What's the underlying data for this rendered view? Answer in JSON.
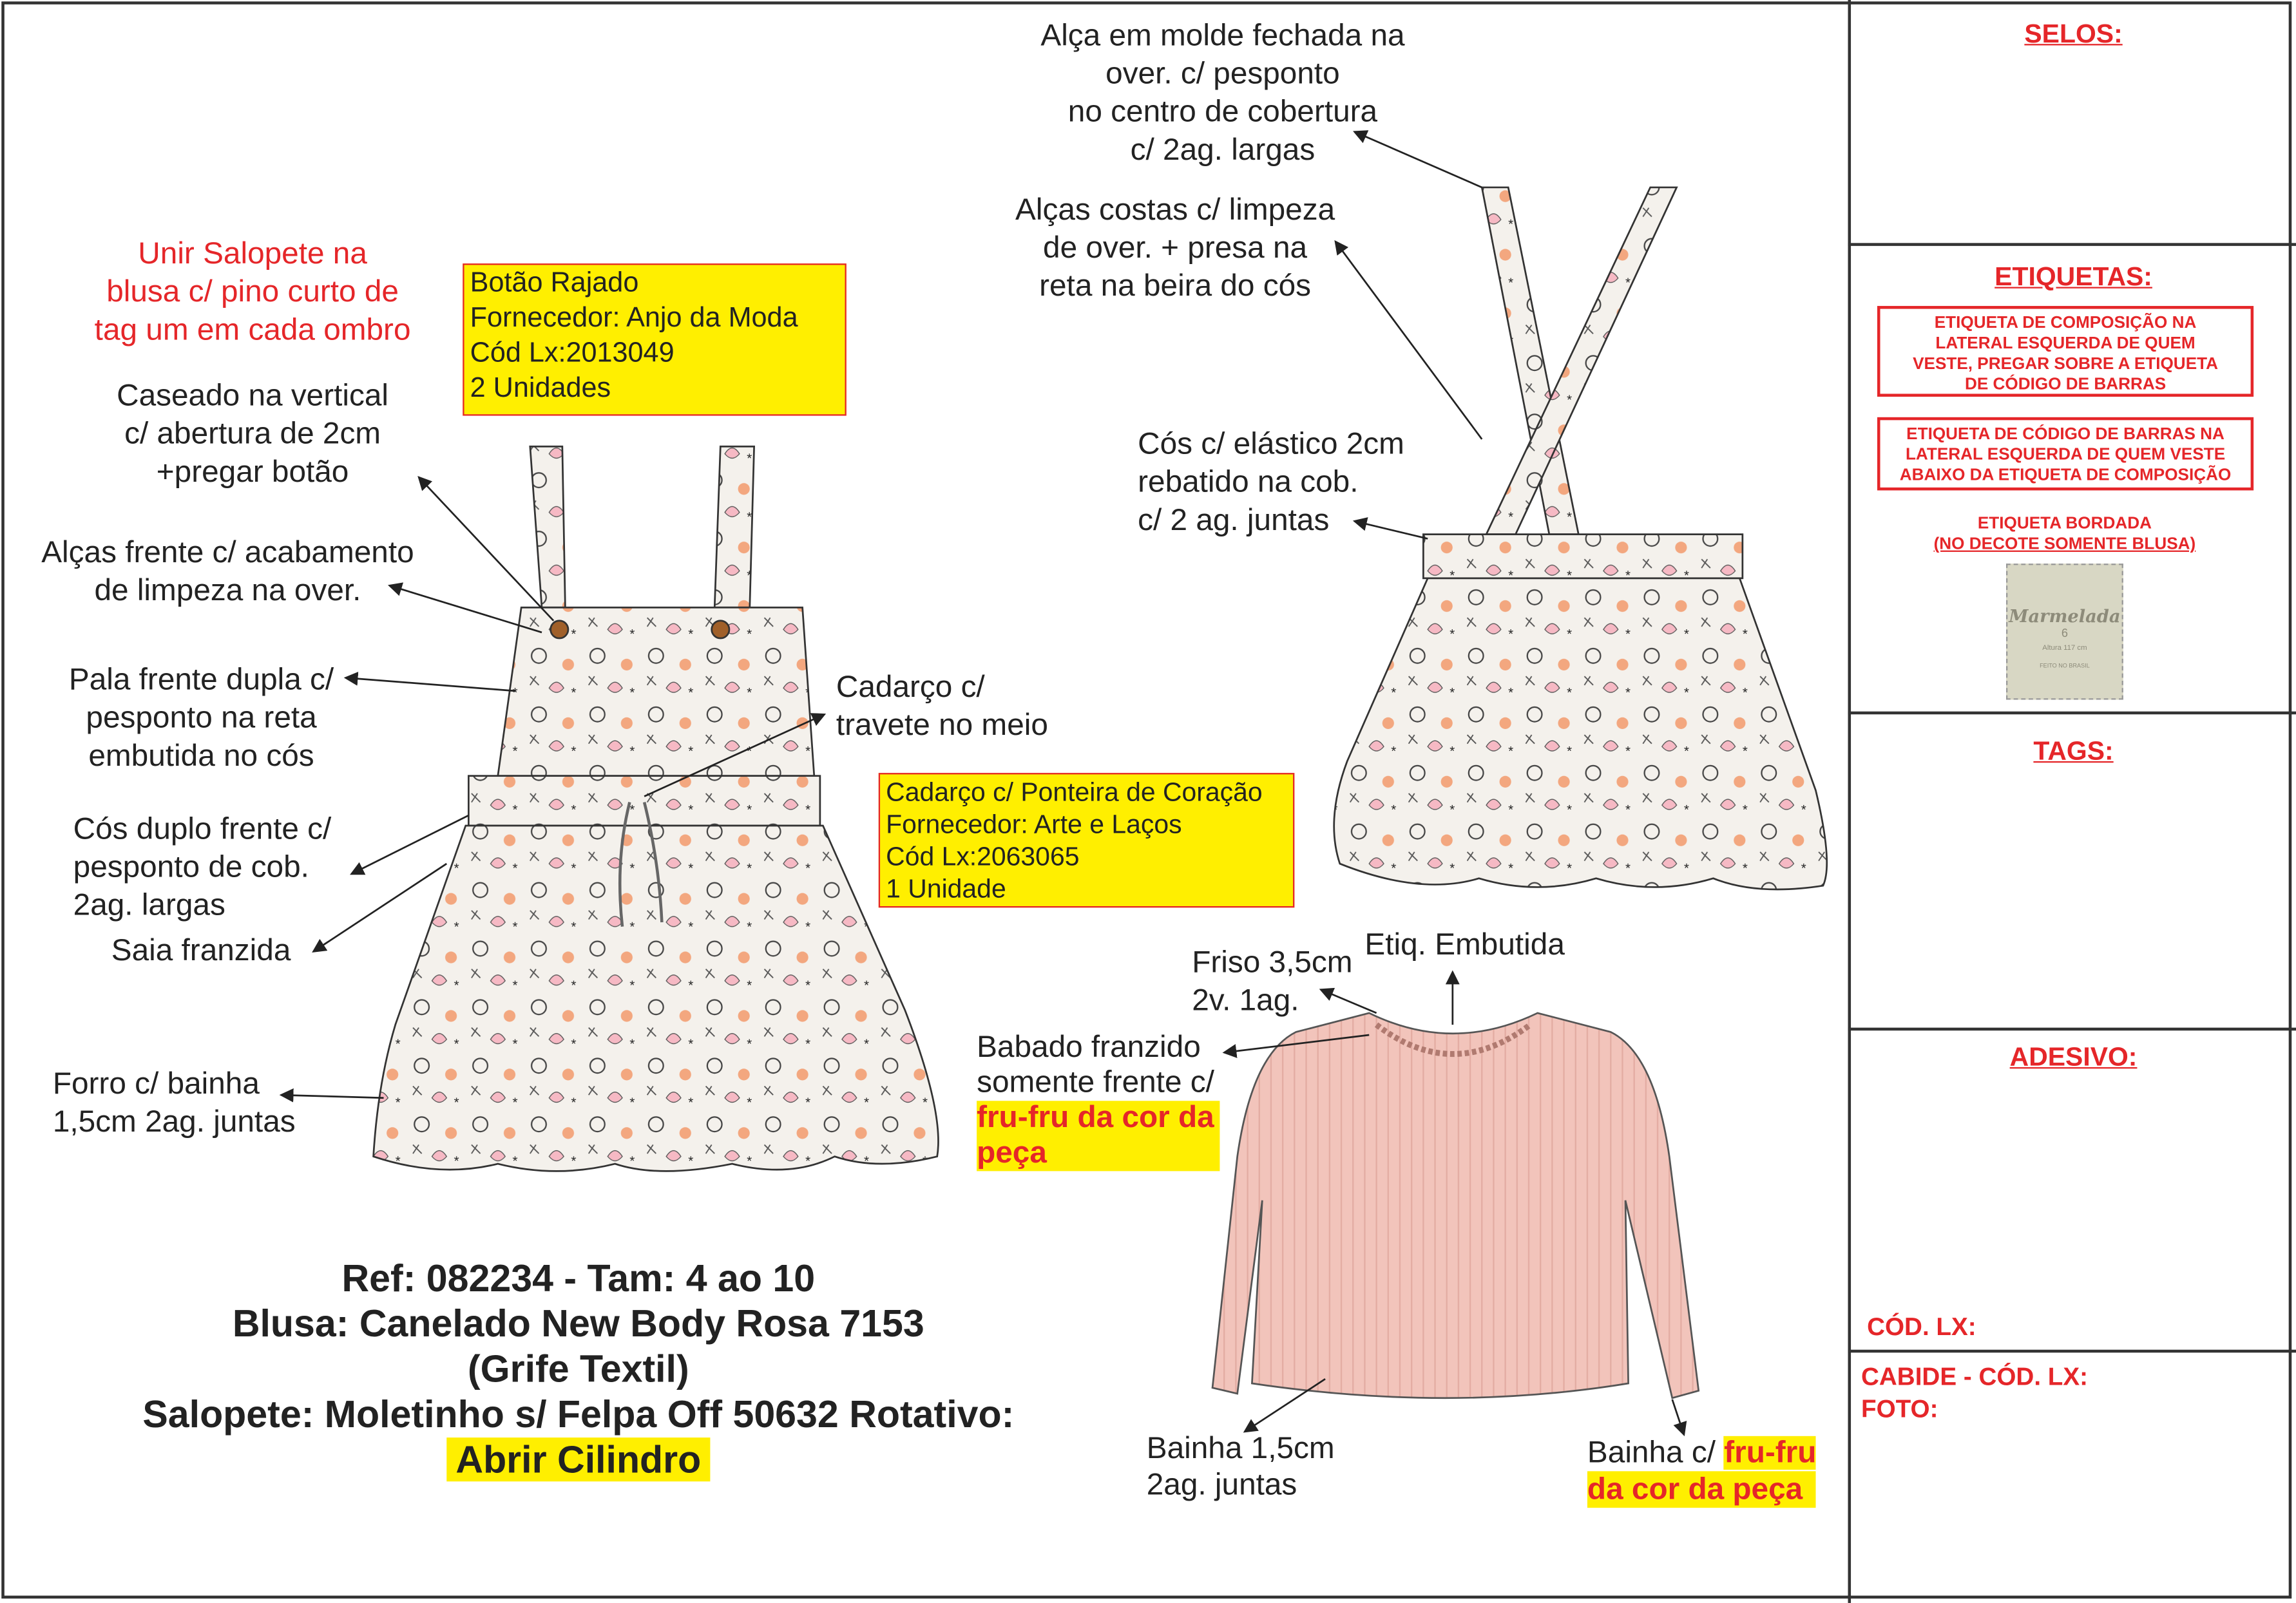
{
  "annotations": {
    "alca_molde": [
      "Alça em molde fechada na",
      "over. c/ pesponto",
      "no centro de cobertura",
      "c/ 2ag. largas"
    ],
    "alcas_costas": [
      "Alças costas c/ limpeza",
      "de over. + presa na",
      "reta na beira do cós"
    ],
    "cos_elastico": [
      "Cós c/ elástico 2cm",
      "rebatido na cob.",
      "c/ 2 ag. juntas"
    ],
    "unir_salopete": [
      "Unir Salopete na",
      "blusa c/ pino curto de",
      "tag um em cada ombro"
    ],
    "caseado": [
      "Caseado na vertical",
      "c/ abertura de 2cm",
      "+pregar botão"
    ],
    "alcas_frente": [
      "Alças frente c/ acabamento",
      "de limpeza na over."
    ],
    "pala_frente": [
      "Pala frente dupla c/",
      "pesponto na reta",
      "embutida no cós"
    ],
    "cadarco_travete": [
      "Cadarço c/",
      "travete no meio"
    ],
    "cos_duplo": [
      "Cós duplo frente c/",
      "pesponto de cob.",
      "2ag. largas"
    ],
    "saia": "Saia franzida",
    "forro": [
      "Forro c/ bainha",
      "1,5cm 2ag. juntas"
    ],
    "friso": [
      "Friso 3,5cm",
      "2v. 1ag."
    ],
    "etiq_embutida": "Etiq. Embutida",
    "babado": [
      "Babado franzido",
      "somente frente c/"
    ],
    "babado_hl": [
      "fru-fru da cor da",
      "peça"
    ],
    "bainha_blusa": [
      "Bainha 1,5cm",
      "2ag. juntas"
    ],
    "bainha_fru": "Bainha c/ ",
    "bainha_fru_hl": [
      "fru-fru",
      "da cor da peça"
    ]
  },
  "supplier_boxes": [
    [
      "Botão Rajado",
      "Fornecedor: Anjo da Moda",
      "Cód Lx:2013049",
      "2 Unidades"
    ],
    [
      "Cadarço c/ Ponteira de Coração",
      "Fornecedor: Arte e Laços",
      "Cód Lx:2063065",
      "1 Unidade"
    ]
  ],
  "reference": {
    "line1": "Ref: 082234 - Tam: 4 ao 10",
    "line2": "Blusa: Canelado New Body Rosa 7153",
    "line3": "(Grife Textil)",
    "line4": "Salopete: Moletinho s/ Felpa Off 50632 Rotativo:",
    "line5": "Abrir Cilindro"
  },
  "side_panel": {
    "selos": "SELOS:",
    "etiquetas": "ETIQUETAS:",
    "etiqueta_composicao": [
      "ETIQUETA DE COMPOSIÇÃO NA",
      "LATERAL ESQUERDA DE QUEM",
      "VESTE, PREGAR SOBRE A ETIQUETA",
      "DE CÓDIGO DE BARRAS"
    ],
    "etiqueta_barras": [
      "ETIQUETA DE CÓDIGO DE BARRAS NA",
      "LATERAL ESQUERDA DE QUEM VESTE",
      "ABAIXO DA ETIQUETA DE COMPOSIÇÃO"
    ],
    "bordada": "ETIQUETA BORDADA",
    "bordada_sub": "(NO DECOTE SOMENTE BLUSA)",
    "label_brand": "Marmelada",
    "label_size": "6",
    "label_height": "Altura 117 cm",
    "label_origin": "FEITO NO BRASIL",
    "tags": "TAGS:",
    "adesivo": "ADESIVO:",
    "cod_lx": "CÓD. LX:",
    "cabide": "CABIDE - CÓD. LX:",
    "foto": "FOTO:"
  },
  "colors": {
    "red": "#e52629",
    "yellow": "#ffef00",
    "blouse": "#f2c4bb",
    "print_bg": "#f4f1ec"
  }
}
